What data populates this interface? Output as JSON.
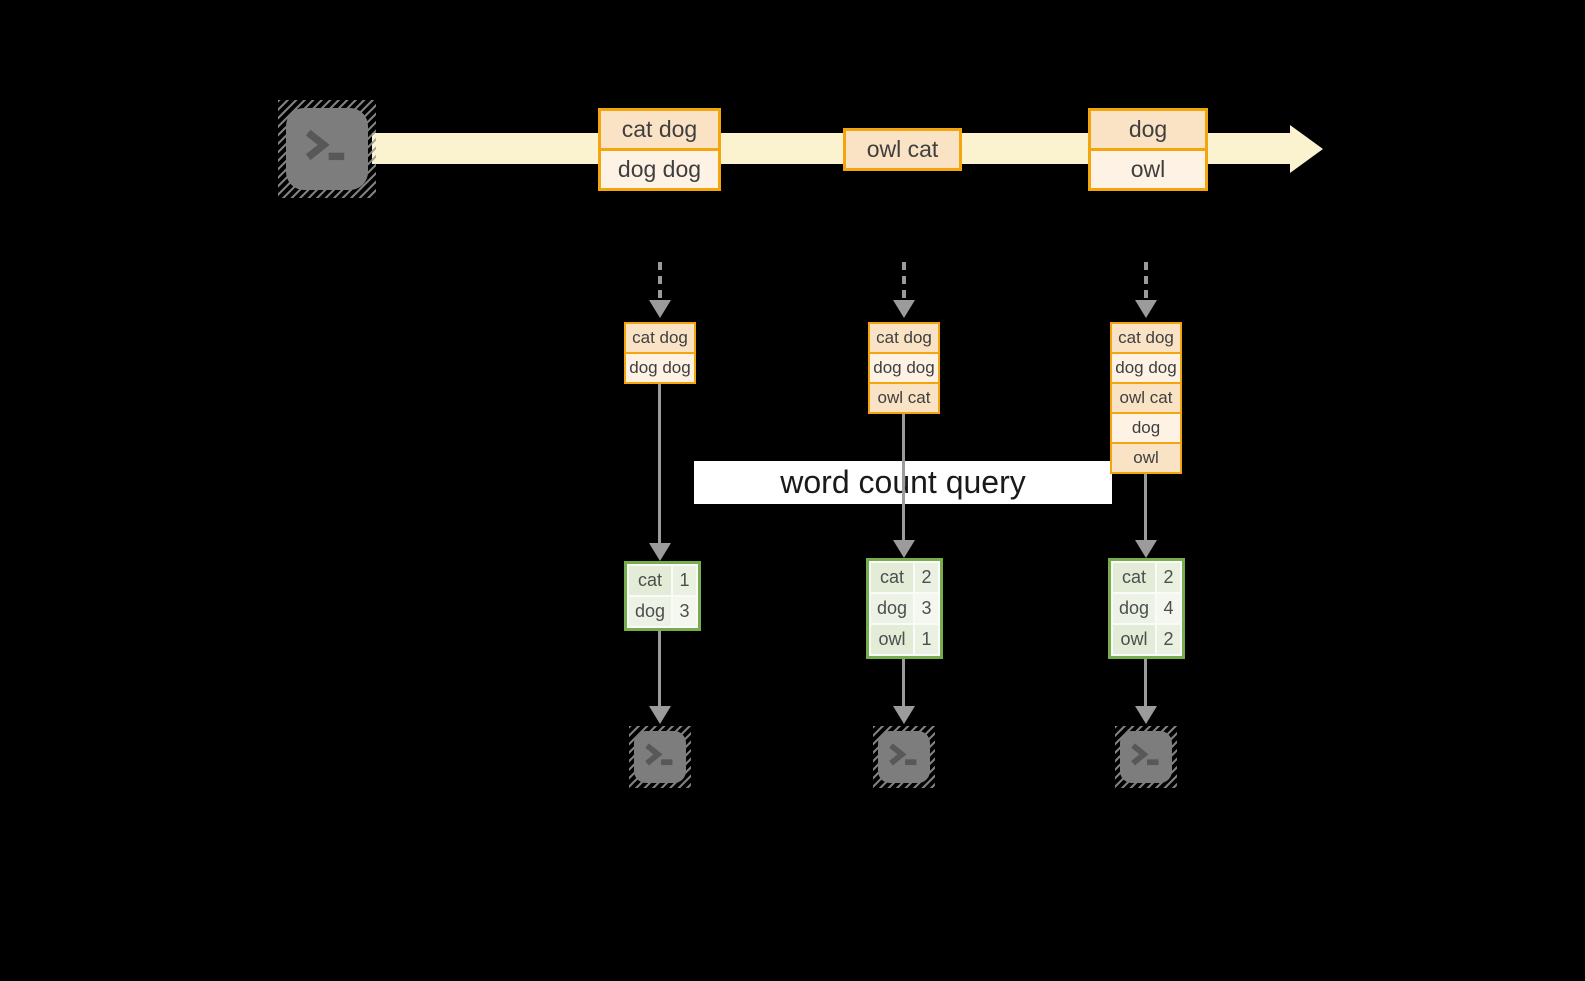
{
  "banner": {
    "label": "word count query"
  },
  "stream": {
    "producer_icon": "terminal-icon",
    "events": [
      {
        "rows": [
          "cat dog",
          "dog dog"
        ]
      },
      {
        "rows": [
          "owl cat"
        ]
      },
      {
        "rows": [
          "dog",
          "owl"
        ]
      }
    ]
  },
  "columns": [
    {
      "buffer": [
        "cat dog",
        "dog dog"
      ],
      "counts": [
        {
          "word": "cat",
          "count": "1"
        },
        {
          "word": "dog",
          "count": "3"
        }
      ],
      "consumer_icon": "terminal-icon"
    },
    {
      "buffer": [
        "cat dog",
        "dog dog",
        "owl cat"
      ],
      "counts": [
        {
          "word": "cat",
          "count": "2"
        },
        {
          "word": "dog",
          "count": "3"
        },
        {
          "word": "owl",
          "count": "1"
        }
      ],
      "consumer_icon": "terminal-icon"
    },
    {
      "buffer": [
        "cat dog",
        "dog dog",
        "owl cat",
        "dog",
        "owl"
      ],
      "counts": [
        {
          "word": "cat",
          "count": "2"
        },
        {
          "word": "dog",
          "count": "4"
        },
        {
          "word": "owl",
          "count": "2"
        }
      ],
      "consumer_icon": "terminal-icon"
    }
  ],
  "colors": {
    "gold_border": "#F2A50C",
    "peach_fill": "#FAE3C4",
    "cream_fill": "#FDF2E4",
    "stream_band": "#FBF2CF",
    "green_border": "#77AD4C",
    "green_cell_dark": "#E2ECD7",
    "green_cell_light": "#ECF2E5",
    "arrow_gray": "#9B9B9B",
    "icon_gray": "#7D7D7D",
    "banner_bg": "#FFFFFF",
    "background": "#000000"
  }
}
